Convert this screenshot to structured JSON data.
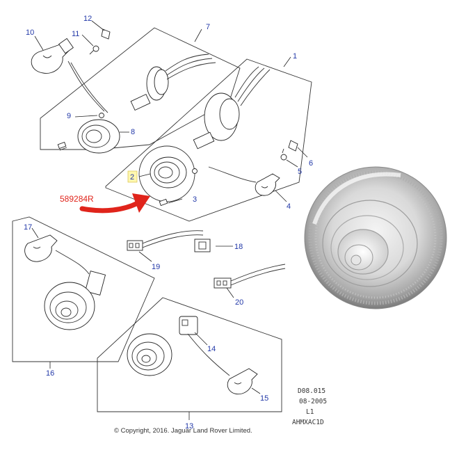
{
  "callouts": [
    {
      "id": "1",
      "text": "1"
    },
    {
      "id": "2",
      "text": "2"
    },
    {
      "id": "3",
      "text": "3"
    },
    {
      "id": "4",
      "text": "4"
    },
    {
      "id": "5",
      "text": "5"
    },
    {
      "id": "6",
      "text": "6"
    },
    {
      "id": "7",
      "text": "7"
    },
    {
      "id": "8",
      "text": "8"
    },
    {
      "id": "9",
      "text": "9"
    },
    {
      "id": "10",
      "text": "10"
    },
    {
      "id": "11",
      "text": "11"
    },
    {
      "id": "12",
      "text": "12"
    },
    {
      "id": "13",
      "text": "13"
    },
    {
      "id": "14",
      "text": "14"
    },
    {
      "id": "15",
      "text": "15"
    },
    {
      "id": "16",
      "text": "16"
    },
    {
      "id": "17",
      "text": "17"
    },
    {
      "id": "18",
      "text": "18"
    },
    {
      "id": "19",
      "text": "19"
    },
    {
      "id": "20",
      "text": "20"
    }
  ],
  "part_code": "589284R",
  "meta": {
    "ref": "D08.015",
    "date": "08-2005",
    "level": "L1",
    "code": "AHMXAC1D"
  },
  "copyright": "© Copyright, 2016. Jaguar Land Rover Limited.",
  "colors": {
    "callout": "#2238a8",
    "highlight": "#e0241b",
    "line": "#222222"
  }
}
